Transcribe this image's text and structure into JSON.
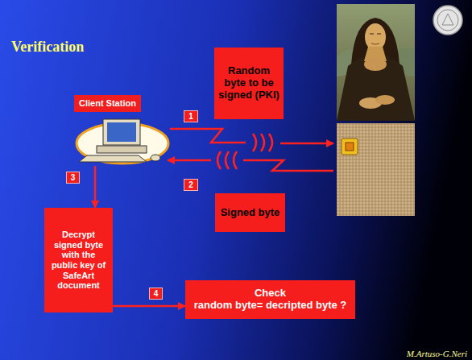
{
  "diagram": {
    "title": "Verification",
    "nodes": [
      {
        "text": [
          "Random byte to be signed (PKI)"
        ]
      },
      {
        "text": [
          "Client Station"
        ]
      },
      {
        "text": [
          "1"
        ]
      },
      {
        "text": [
          "3"
        ]
      },
      {
        "text": [
          "2"
        ]
      },
      {
        "text": [
          "Signed byte"
        ]
      },
      {
        "text": [
          "Decrypt signed byte with the public key of SafeArt document"
        ]
      },
      {
        "text": [
          "4"
        ]
      },
      {
        "text": [
          "Check",
          "random byte= decripted byte ?"
        ]
      }
    ],
    "edges": [
      {
        "from": 1,
        "to": 6,
        "arrow": "to"
      },
      {
        "from": 6,
        "to": 8,
        "arrow": "to"
      }
    ],
    "labels": [
      "M.Artuso-G.Neri"
    ]
  }
}
